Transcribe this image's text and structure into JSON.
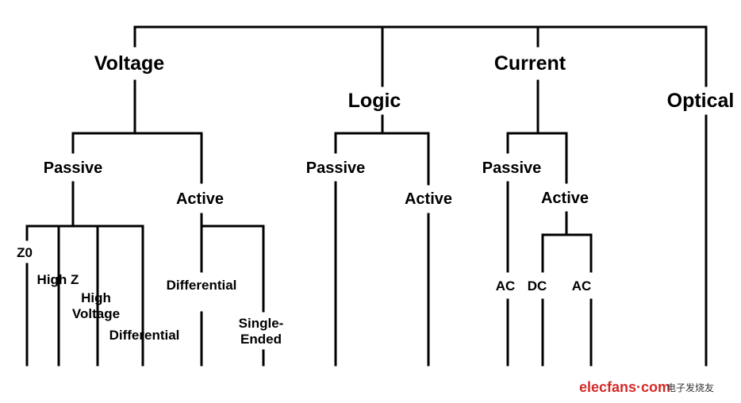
{
  "level1": {
    "voltage": "Voltage",
    "logic": "Logic",
    "current": "Current",
    "optical": "Optical"
  },
  "voltage": {
    "passive": "Passive",
    "active": "Active",
    "passive_children": {
      "z0": "Z0",
      "high_z": "High Z",
      "high_voltage_1": "High",
      "high_voltage_2": "Voltage",
      "differential": "Differential"
    },
    "active_children": {
      "differential": "Differential",
      "single_ended_1": "Single-",
      "single_ended_2": "Ended"
    }
  },
  "logic": {
    "passive": "Passive",
    "active": "Active"
  },
  "current": {
    "passive": "Passive",
    "active": "Active",
    "passive_children": {
      "ac": "AC"
    },
    "active_children": {
      "dc": "DC",
      "ac": "AC"
    }
  },
  "watermark": {
    "logo": "elecfans·com",
    "cn": "电子发烧友"
  }
}
